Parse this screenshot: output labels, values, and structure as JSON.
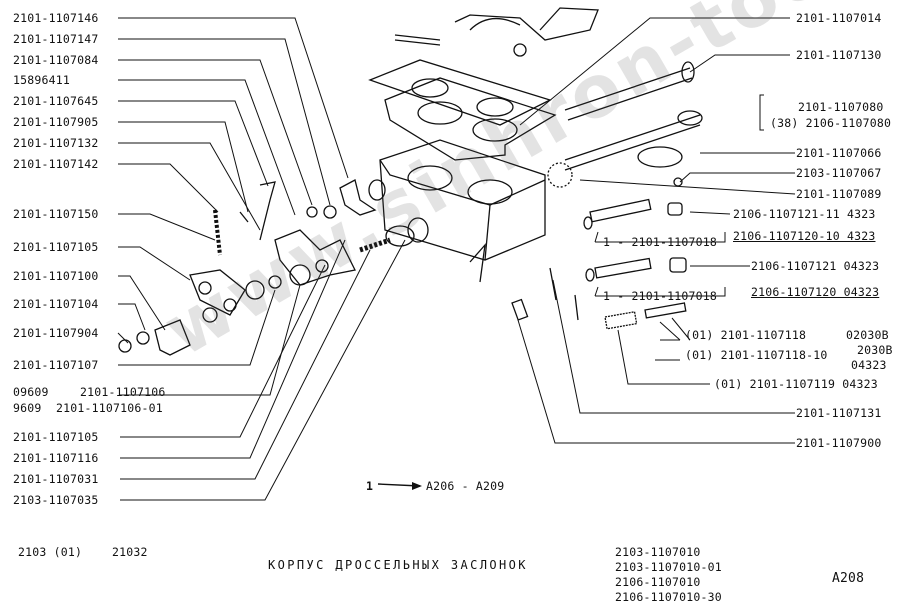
{
  "watermark": "www.sinhron-too.kz",
  "left_labels": [
    "2101-1107146",
    "2101-1107147",
    "2101-1107084",
    "15896411",
    "2101-1107645",
    "2101-1107905",
    "2101-1107132",
    "2101-1107142",
    "2101-1107150",
    "2101-1107105",
    "2101-1107100",
    "2101-1107104",
    "2101-1107904",
    "2101-1107107"
  ],
  "left_bottom": {
    "a1": "09609",
    "a2": "2101-1107106",
    "b1": "9609",
    "b2": "2101-1107106-01",
    "c": "2101-1107105",
    "d": "2101-1107116",
    "e": "2101-1107031",
    "f": "2103-1107035"
  },
  "right_labels": {
    "r1": "2101-1107014",
    "r2": "2101-1107130",
    "r3a": "2101-1107080",
    "r3b": "(38) 2106-1107080",
    "r4": "2101-1107066",
    "r5": "2103-1107067",
    "r6": "2101-1107089",
    "r7": "2106-1107121-11 4323",
    "r8a": "1 - 2101-1107018",
    "r8b": "2106-1107120-10 4323",
    "r9": "2106-1107121 04323",
    "r10a": "1 - 2101-1107018",
    "r10b": "2106-1107120 04323",
    "r11": "(01)  2101-1107118",
    "r11b": "02030B",
    "r12": "(01)  2101-1107118-10",
    "r12b": "2030B",
    "r12c": "04323",
    "r13": "(01)  2101-1107119 04323",
    "r14": "2101-1107131",
    "r15": "2101-1107900"
  },
  "range_note": {
    "num": "1",
    "text": "A206 - A209"
  },
  "footer": {
    "models_left": "2103 (01)",
    "models_right": "21032",
    "title": "КОРПУС ДРОССЕЛЬНЫХ ЗАСЛОНОК",
    "assembly_numbers": [
      "2103-1107010",
      "2103-1107010-01",
      "2106-1107010",
      "2106-1107010-30"
    ],
    "page_code": "A208"
  }
}
